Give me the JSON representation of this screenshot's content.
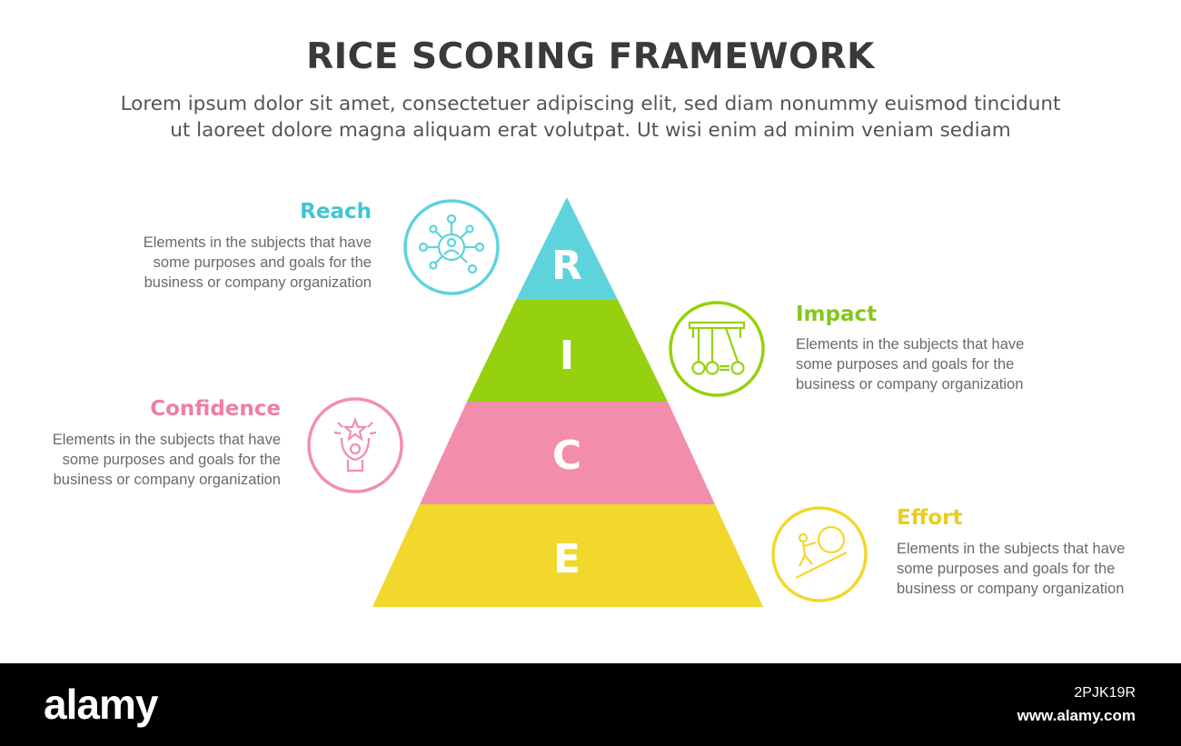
{
  "header": {
    "title": "RICE SCORING FRAMEWORK",
    "subtitle_line1": "Lorem ipsum dolor sit amet, consectetuer adipiscing elit, sed diam nonummy euismod tincidunt",
    "subtitle_line2": "ut laoreet dolore magna aliquam erat volutpat. Ut wisi enim ad minim veniam sediam"
  },
  "pyramid": {
    "levels": [
      {
        "letter": "R",
        "color": "#5ed3dc"
      },
      {
        "letter": "I",
        "color": "#95d10f"
      },
      {
        "letter": "C",
        "color": "#f28eab"
      },
      {
        "letter": "E",
        "color": "#f2d72c"
      }
    ]
  },
  "items": [
    {
      "title": "Reach",
      "color": "#3ec6d4",
      "icon": "network-person-icon",
      "line1": "Elements in the subjects that have",
      "line2": "some purposes and goals for the",
      "line3": "business or company organization"
    },
    {
      "title": "Impact",
      "color": "#86c51b",
      "icon": "newtons-cradle-icon",
      "line1": "Elements in the subjects that have",
      "line2": "some purposes and goals for the",
      "line3": "business or company organization"
    },
    {
      "title": "Confidence",
      "color": "#ee7fa2",
      "icon": "hands-star-icon",
      "line1": "Elements in the subjects that have",
      "line2": "some purposes and goals for the",
      "line3": "business or company organization"
    },
    {
      "title": "Effort",
      "color": "#e9cd23",
      "icon": "push-boulder-icon",
      "line1": "Elements in the subjects that have",
      "line2": "some purposes and goals for the",
      "line3": "business or company organization"
    }
  ],
  "footer": {
    "brand": "alamy",
    "image_id": "2PJK19R",
    "url": "www.alamy.com"
  }
}
